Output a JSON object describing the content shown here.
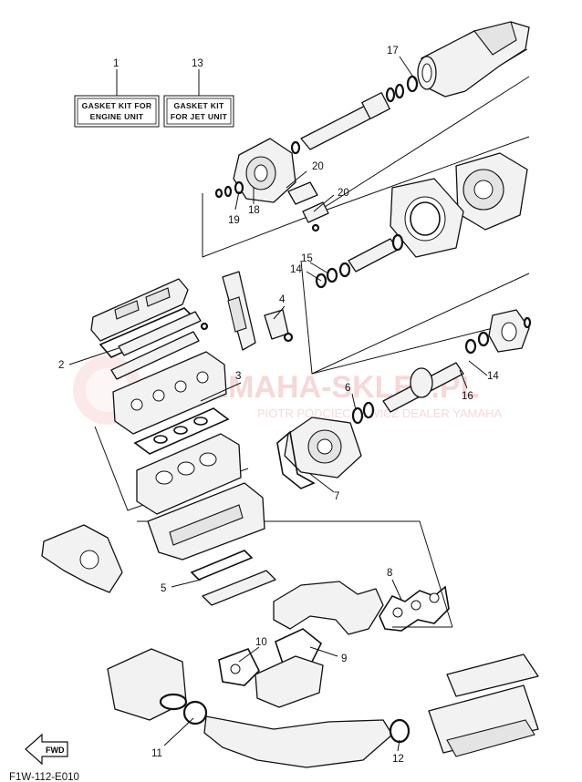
{
  "callouts": {
    "c1": "1",
    "c2": "2",
    "c3": "3",
    "c4": "4",
    "c5": "5",
    "c6": "6",
    "c7": "7",
    "c8": "8",
    "c9": "9",
    "c10": "10",
    "c11": "11",
    "c12": "12",
    "c13": "13",
    "c14a": "14",
    "c14b": "14",
    "c15": "15",
    "c16": "16",
    "c17": "17",
    "c18": "18",
    "c19": "19",
    "c20a": "20",
    "c20b": "20"
  },
  "kits": {
    "engine_line1": "GASKET KIT FOR",
    "engine_line2": "ENGINE UNIT",
    "jet_line1": "GASKET KIT",
    "jet_line2": "FOR JET UNIT"
  },
  "watermark": {
    "main": "YAMAHA-SKLEP.PL",
    "sub": "PIOTR PODCIECHOWICZ DEALER YAMAHA"
  },
  "fwd_label": "FWD",
  "footer_code": "F1W-112-E010",
  "colors": {
    "watermark": "#e88888",
    "line": "#111111"
  }
}
